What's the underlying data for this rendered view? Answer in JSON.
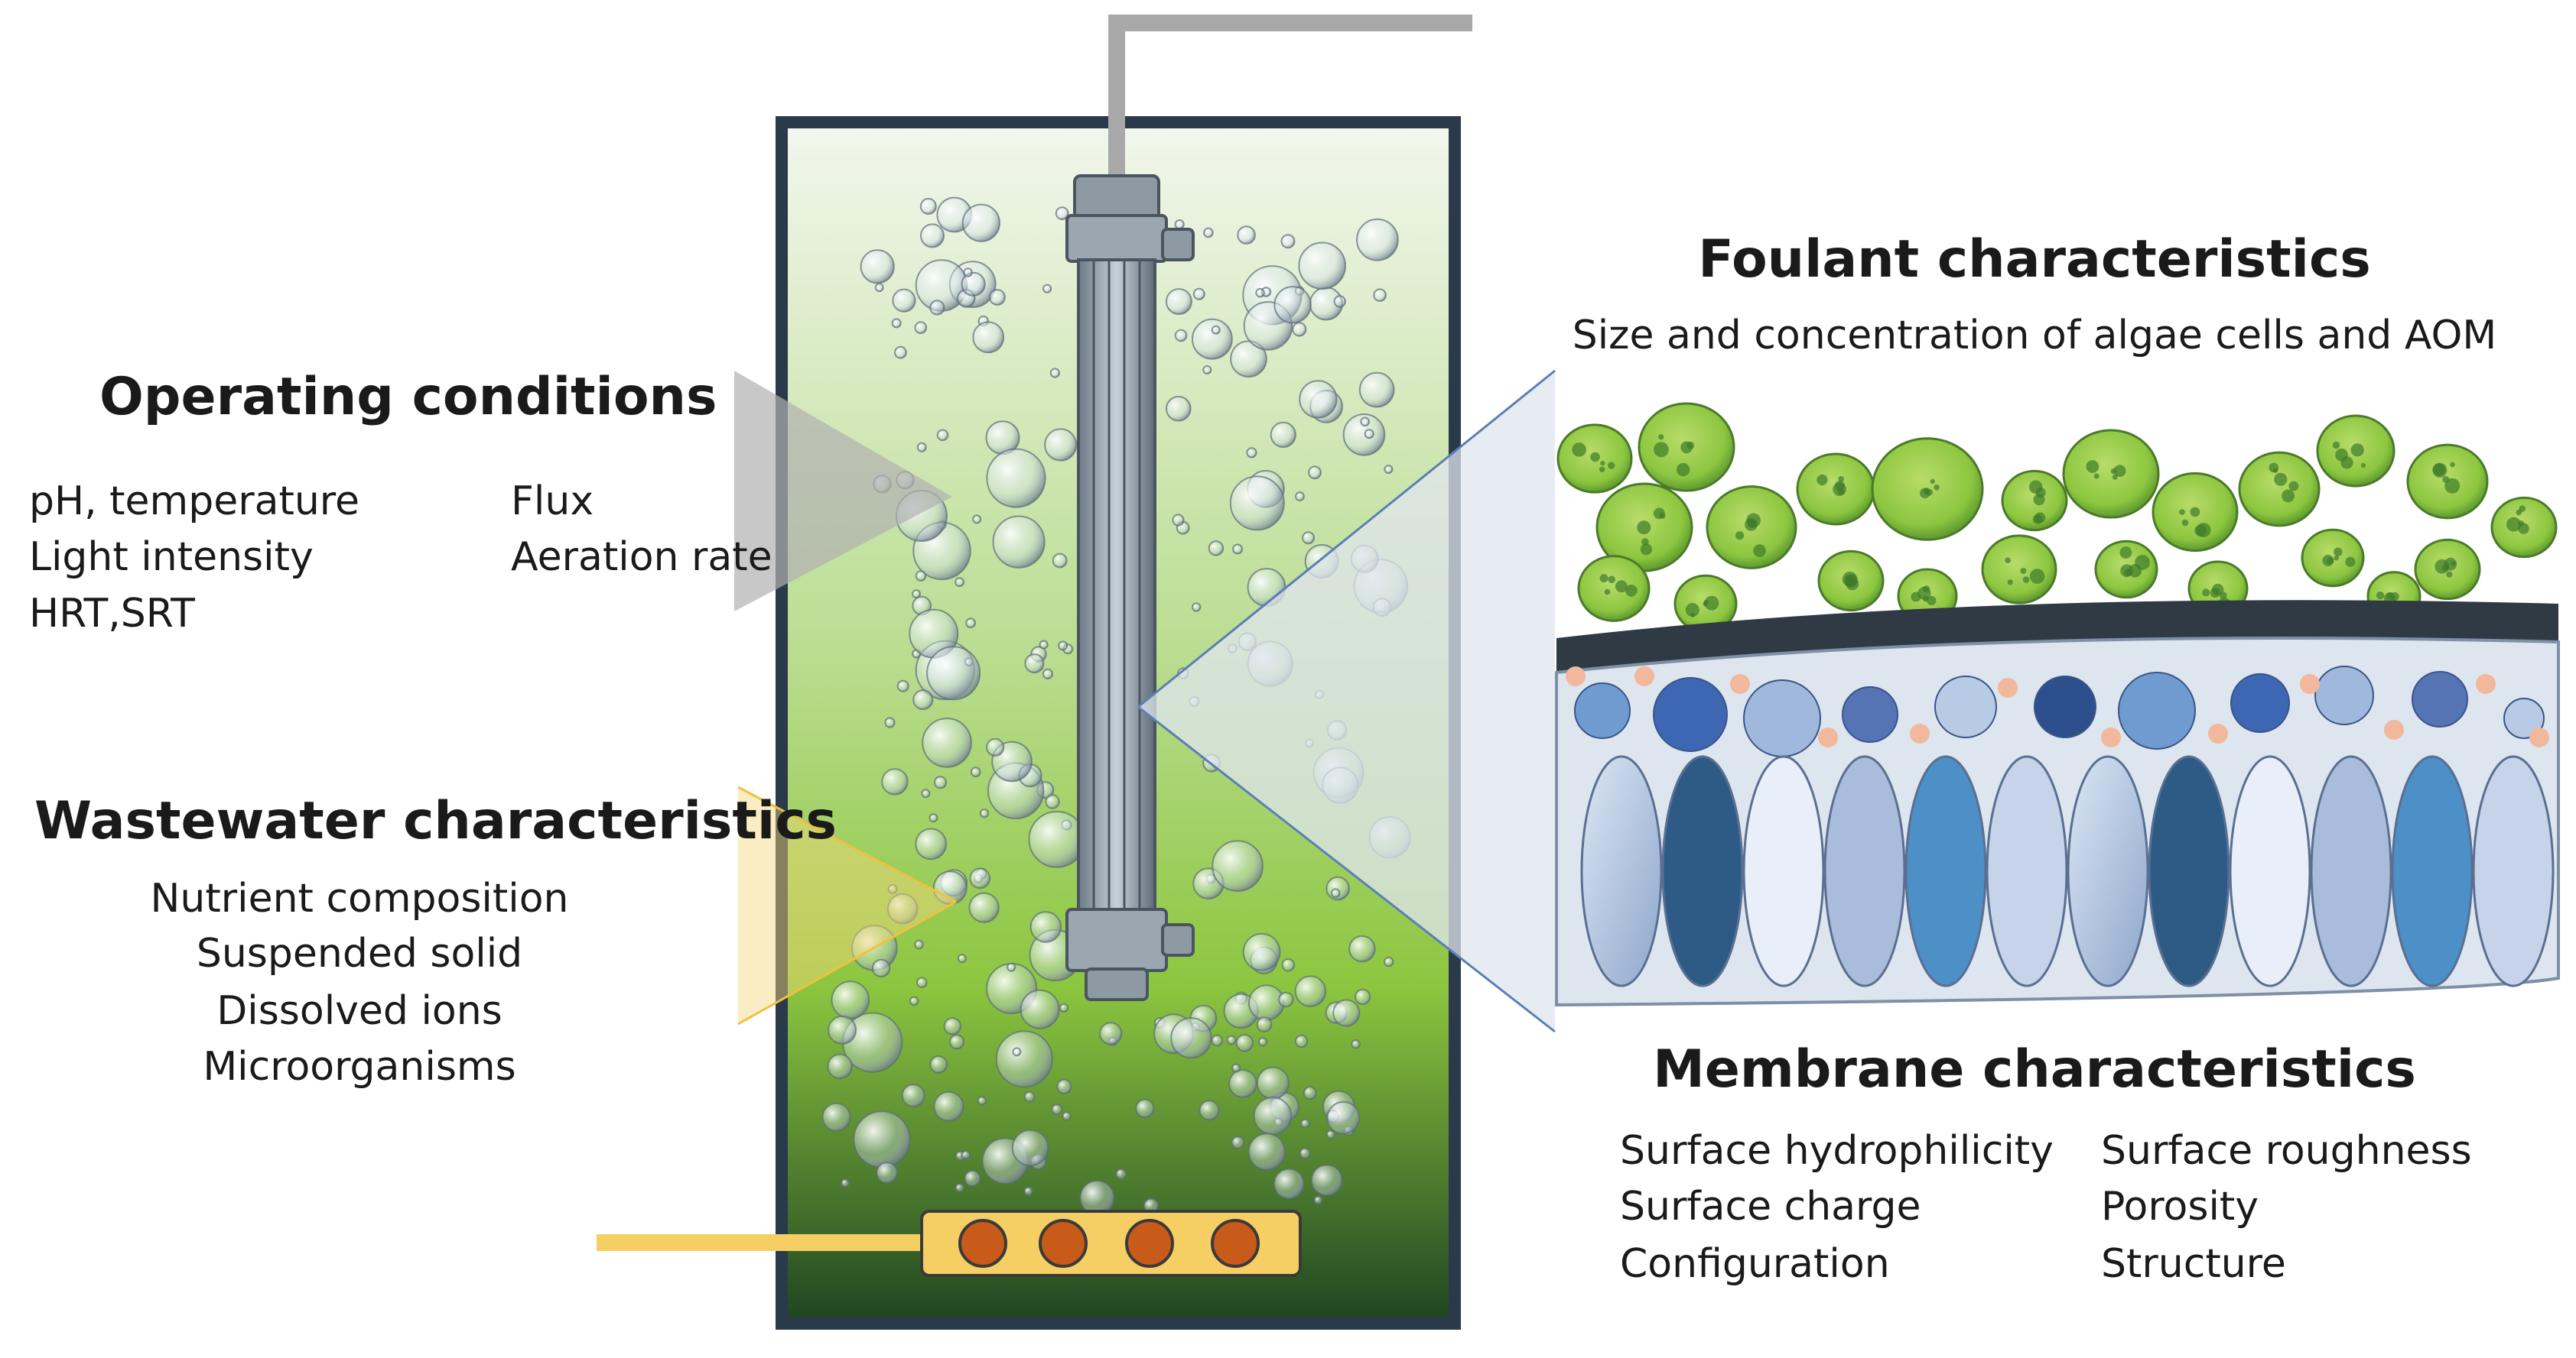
{
  "operating": {
    "title": "Operating conditions",
    "left_items": [
      "pH, temperature",
      "Light intensity",
      "HRT,SRT"
    ],
    "right_items": [
      "Flux",
      "Aeration rate"
    ]
  },
  "wastewater": {
    "title": "Wastewater characteristics",
    "items": [
      "Nutrient composition",
      "Suspended solid",
      "Dissolved ions",
      "Microorganisms"
    ]
  },
  "foulant": {
    "title": "Foulant characteristics",
    "subtitle": "Size and concentration of  algae cells and AOM"
  },
  "membrane": {
    "title": "Membrane characteristics",
    "left_items": [
      "Surface hydrophilicity",
      "Surface charge",
      "Configuration"
    ],
    "right_items": [
      "Surface roughness",
      "Porosity",
      "Structure"
    ]
  },
  "colors": {
    "tank_border": "#2b3a4a",
    "tank_top": "#eef5e6",
    "tank_bottom": "#1f4a22",
    "algae": "#8cc63f",
    "aerator": "#f5cf63",
    "aerator_hole": "#c85a1a"
  }
}
